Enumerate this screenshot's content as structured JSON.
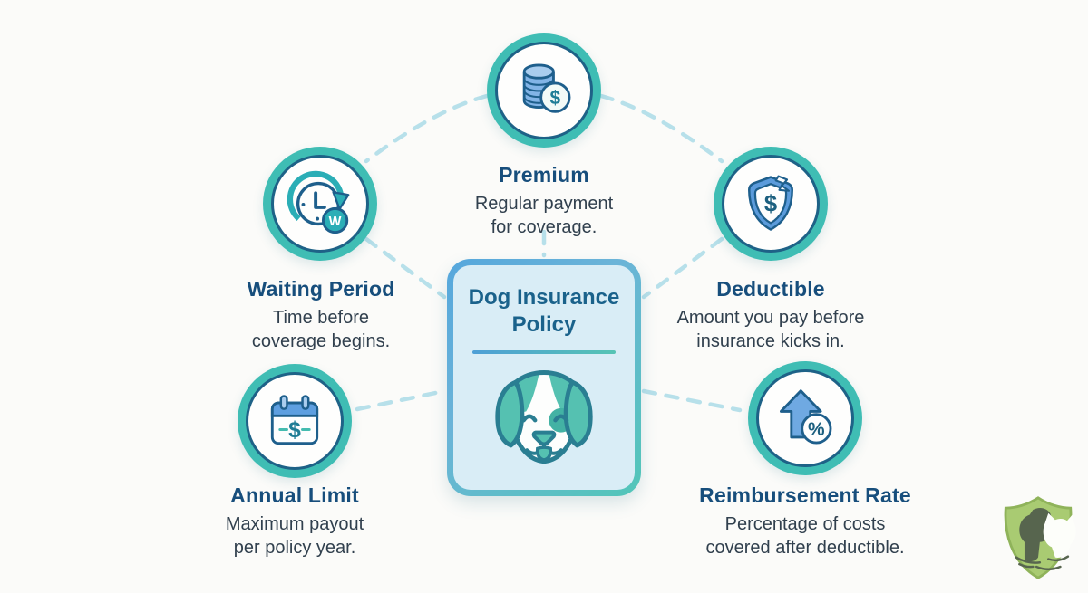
{
  "infographic": {
    "center_card": {
      "title_line1": "Dog Insurance",
      "title_line2": "Policy",
      "illustration": "dog-face-icon"
    },
    "nodes": [
      {
        "id": "premium",
        "title": "Premium",
        "desc_line1": "Regular payment",
        "desc_line2": "for coverage.",
        "icon": "coins-dollar-icon"
      },
      {
        "id": "waiting-period",
        "title": "Waiting Period",
        "desc_line1": "Time before",
        "desc_line2": "coverage begins.",
        "icon": "clock-history-icon"
      },
      {
        "id": "deductible",
        "title": "Deductible",
        "desc_line1": "Amount you pay before",
        "desc_line2": "insurance kicks in.",
        "icon": "cracked-shield-dollar-icon"
      },
      {
        "id": "annual-limit",
        "title": "Annual Limit",
        "desc_line1": "Maximum payout",
        "desc_line2": "per policy year.",
        "icon": "calendar-dollar-icon"
      },
      {
        "id": "reimbursement-rate",
        "title": "Reimbursement Rate",
        "desc_line1": "Percentage of costs",
        "desc_line2": "covered after deductible.",
        "icon": "arrow-up-percent-icon"
      }
    ],
    "icon_glyphs": {
      "dollar": "$",
      "w": "W",
      "percent": "%"
    },
    "logo": "pet-shield-dog-cat-logo",
    "colors": {
      "ring_teal": "#3FBDB4",
      "outline_navy": "#1E6287",
      "icon_blue": "#6FA9E2",
      "icon_blue_light": "#A9CDEE",
      "title_navy": "#174E7C",
      "desc_slate": "#31404E",
      "card_bg": "#D9EDF6",
      "card_border_blue": "#55A7DC",
      "card_border_teal": "#52C6B8",
      "card_title": "#1A628B",
      "connector_dash": "#B7E0EA",
      "dog_teal": "#55C1B1",
      "dog_patch_teal": "#43B2A4",
      "dog_outline": "#2A7E92",
      "logo_green": "#A9CB72",
      "logo_dark_green": "#57654E"
    }
  }
}
